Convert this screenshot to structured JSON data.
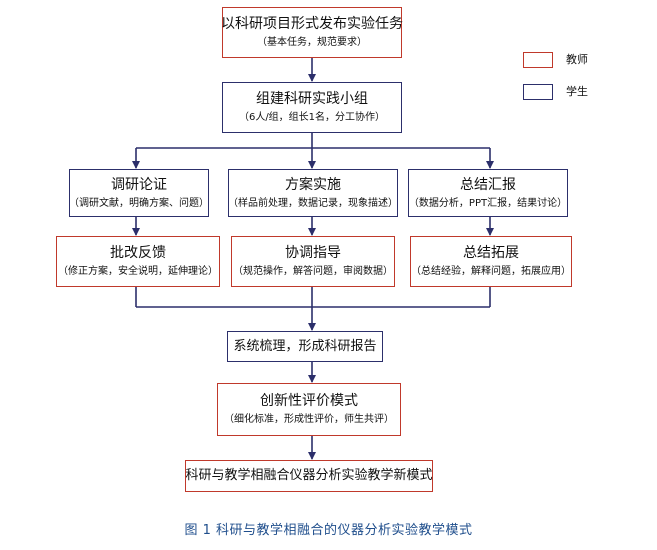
{
  "boxes": {
    "publish": {
      "title": "以科研项目形式发布实验任务",
      "sub": "（基本任务，规范要求）"
    },
    "group": {
      "title": "组建科研实践小组",
      "sub": "（6人/组，组长1名，分工协作）"
    },
    "survey": {
      "title": "调研论证",
      "sub": "（调研文献，明确方案、问题）"
    },
    "implement": {
      "title": "方案实施",
      "sub": "（样品前处理，数据记录，现象描述）"
    },
    "summary_report": {
      "title": "总结汇报",
      "sub": "（数据分析，PPT汇报，结果讨论）"
    },
    "feedback": {
      "title": "批改反馈",
      "sub": "（修正方案，安全说明，延伸理论）"
    },
    "coordinate": {
      "title": "协调指导",
      "sub": "（规范操作，解答问题，审阅数据）"
    },
    "extend": {
      "title": "总结拓展",
      "sub": "（总结经验，解释问题，拓展应用）"
    },
    "sort": {
      "title": "系统梳理，形成科研报告"
    },
    "evaluation": {
      "title": "创新性评价模式",
      "sub": "（细化标准，形成性评价，师生共评）"
    },
    "final": {
      "title": "科研与教学相融合仪器分析实验教学新模式"
    }
  },
  "legend": {
    "teacher": "教师",
    "student": "学生"
  },
  "colors": {
    "teacher_border": "#c0392b",
    "student_border": "#2c2f6b",
    "line": "#2c2f6b"
  },
  "caption": "图 1 科研与教学相融合的仪器分析实验教学模式"
}
